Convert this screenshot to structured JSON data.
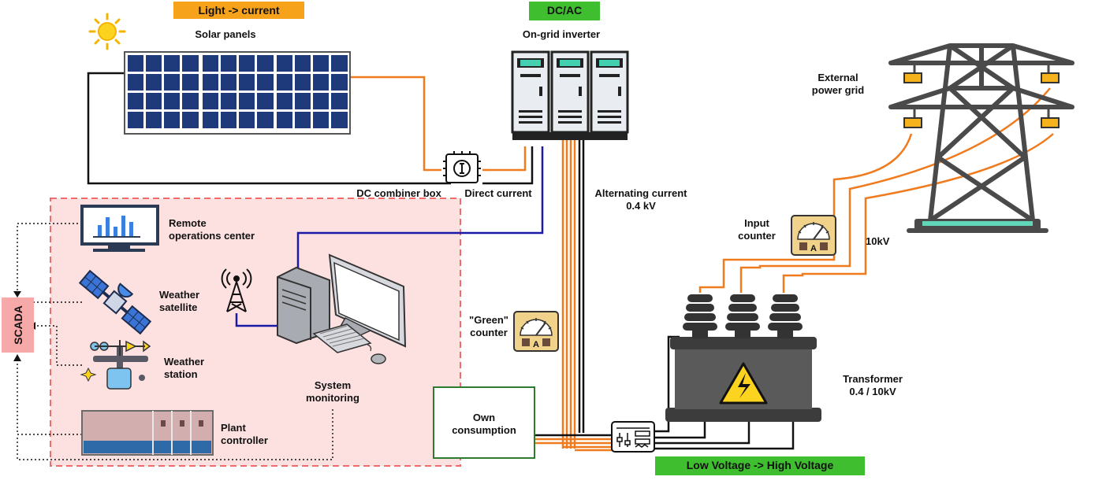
{
  "tags": {
    "light_current": "Light -> current",
    "dc_ac": "DC/AC",
    "lv_hv": "Low Voltage -> High Voltage"
  },
  "labels": {
    "solar_panels": "Solar panels",
    "inverter": "On-grid inverter",
    "external_grid": "External\npower grid",
    "dc_combiner": "DC combiner box",
    "direct_current": "Direct current",
    "alternating_current": "Alternating current\n0.4 kV",
    "remote_ops": "Remote\noperations center",
    "weather_satellite": "Weather\nsatellite",
    "weather_station": "Weather\nstation",
    "system_monitoring": "System\nmonitoring",
    "plant_controller": "Plant\ncontroller",
    "green_counter": "\"Green\"\ncounter",
    "own_consumption": "Own\nconsumption",
    "input_counter": "Input\ncounter",
    "kv10": "10kV",
    "transformer": "Transformer\n0.4 / 10kV",
    "scada": "SCADA",
    "meter_letter": "A"
  },
  "colors": {
    "orange_wire": "#f07b1e",
    "blue_wire": "#1a1aa8",
    "tag_orange": "#f7a21b",
    "tag_green": "#3fbf2f",
    "scada_bg": "#f7a8a8",
    "monitoring_bg": "#fde1e1",
    "monitoring_border": "#f06b6b",
    "panel_blue": "#1f3a7a",
    "own_consumption_border": "#2e7a2e"
  },
  "icons": [
    "sun-icon",
    "solar-panel-icon",
    "inverter-icon",
    "transmission-tower-icon",
    "combiner-box-icon",
    "monitor-icon",
    "satellite-icon",
    "antenna-icon",
    "computer-icon",
    "weather-station-icon",
    "plant-controller-icon",
    "meter-icon",
    "transformer-icon",
    "switchgear-icon"
  ]
}
